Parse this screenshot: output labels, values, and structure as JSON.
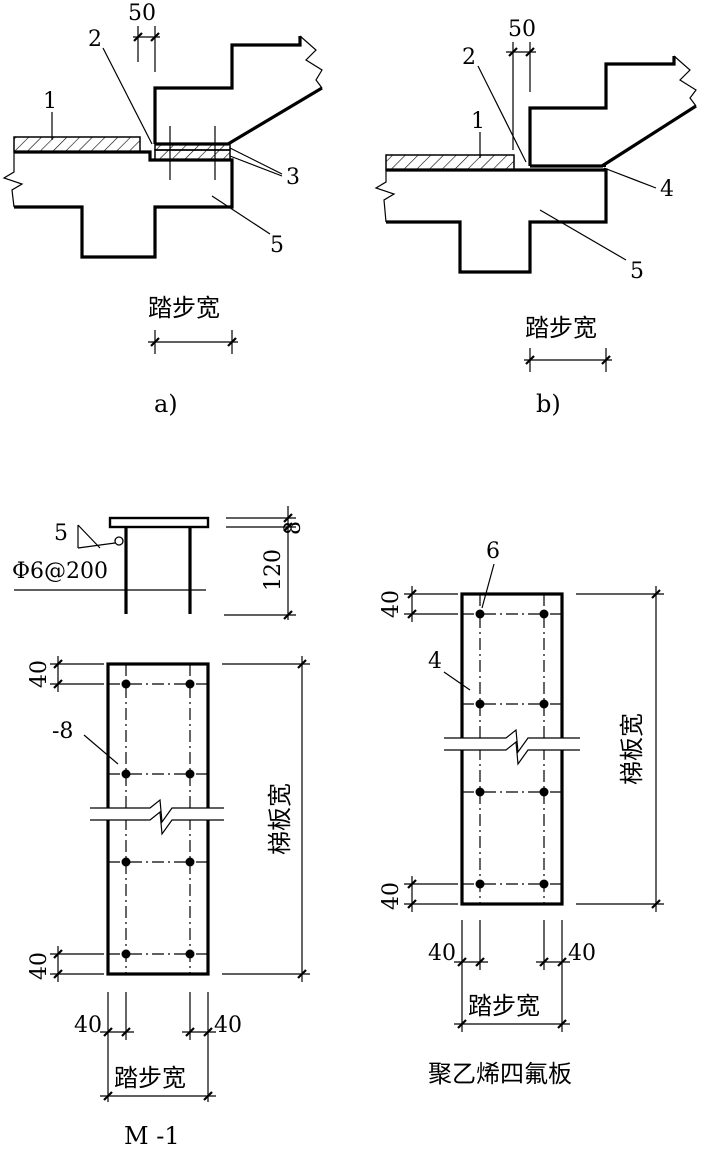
{
  "labels": {
    "caption_a": "a)",
    "caption_b": "b)",
    "dim_50": "50",
    "num_1": "1",
    "num_2": "2",
    "num_3": "3",
    "num_4": "4",
    "num_5": "5",
    "num_6": "6",
    "step_width": "踏步宽",
    "plate_width": "梯板宽",
    "m1_weld_5": "5",
    "m1_rebar": "Φ6@200",
    "m1_plate_thk": "8",
    "m1_height": "120",
    "m1_plate_tag": "-8",
    "m1_edge_40": "40",
    "m1_title": "M -1",
    "ptfe_title": "聚乙烯四氟板"
  }
}
